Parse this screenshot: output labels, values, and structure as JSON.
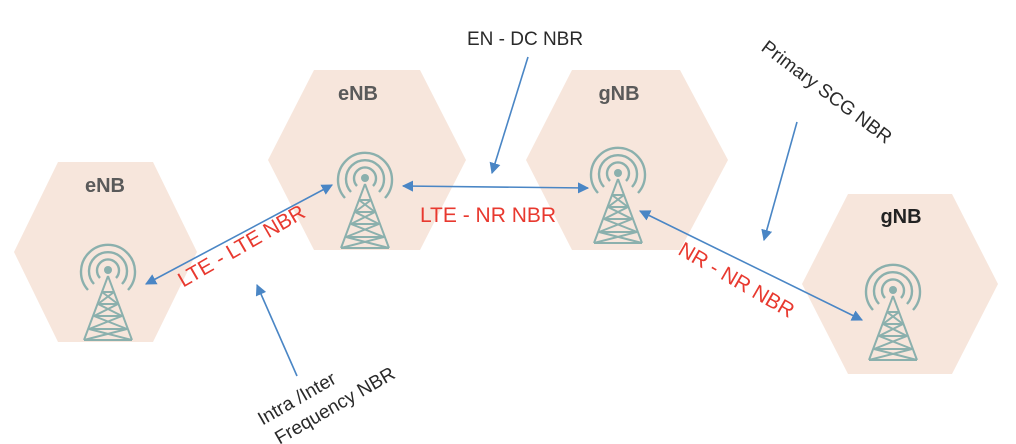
{
  "nodes": [
    {
      "label": "eNB",
      "icon": "cell-tower-icon"
    },
    {
      "label": "eNB",
      "icon": "cell-tower-icon"
    },
    {
      "label": "gNB",
      "icon": "cell-tower-icon"
    },
    {
      "label": "gNB",
      "icon": "cell-tower-icon"
    }
  ],
  "links": {
    "lte_lte": "LTE - LTE NBR",
    "lte_nr": "LTE - NR NBR",
    "nr_nr": "NR - NR NBR"
  },
  "annotations": {
    "en_dc": "EN - DC NBR",
    "primary_scg": "Primary SCG NBR",
    "intra_inter_line1": "Intra /Inter",
    "intra_inter_line2": "Frequency NBR"
  },
  "colors": {
    "hexagon": "#f7e6dc",
    "tower": "#8bb0ad",
    "arrow": "#4a86c5",
    "nbr_text": "#e8392f"
  }
}
